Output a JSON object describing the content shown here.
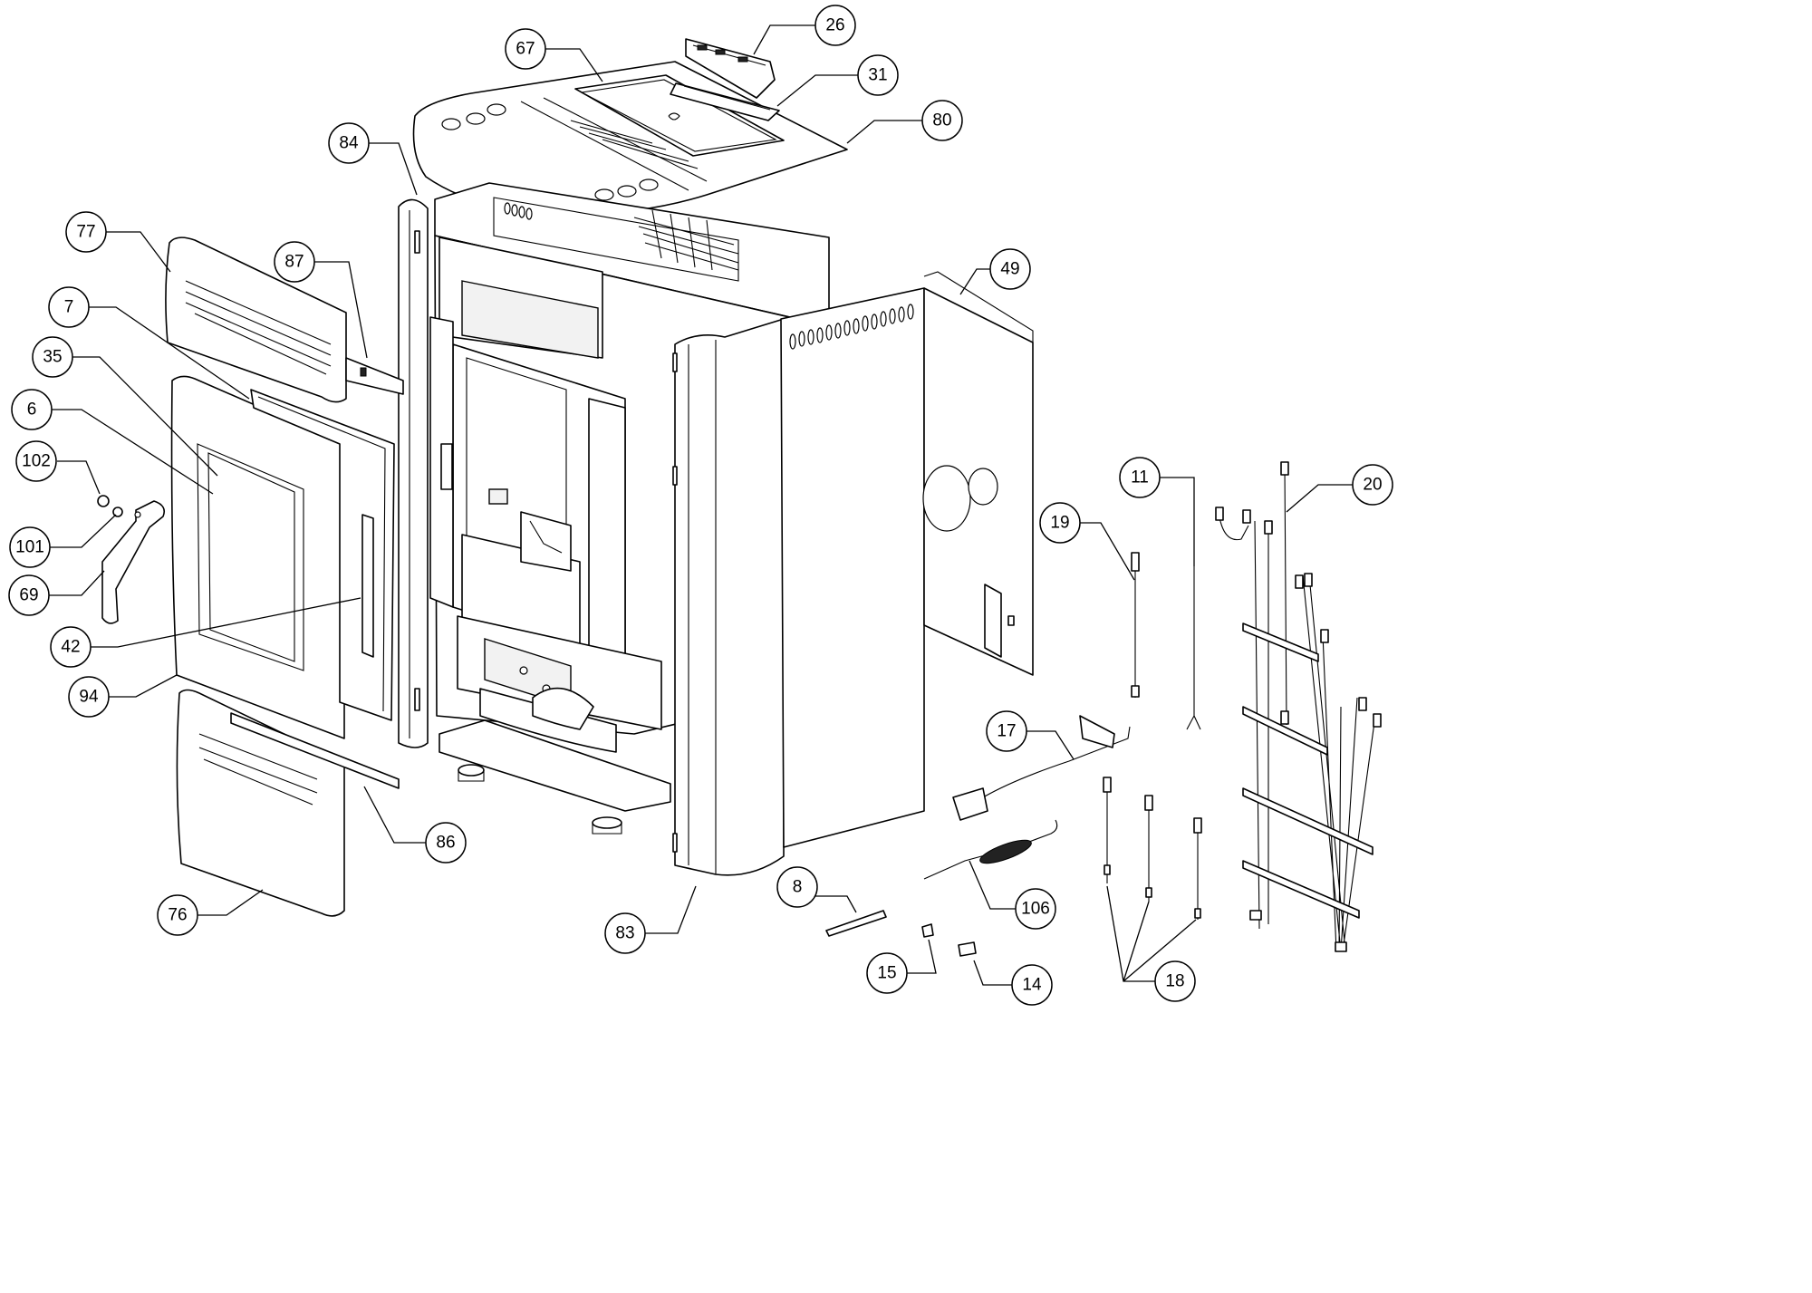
{
  "diagram": {
    "callouts": [
      {
        "id": "26",
        "label": "26"
      },
      {
        "id": "67",
        "label": "67"
      },
      {
        "id": "31",
        "label": "31"
      },
      {
        "id": "80",
        "label": "80"
      },
      {
        "id": "84",
        "label": "84"
      },
      {
        "id": "77",
        "label": "77"
      },
      {
        "id": "87",
        "label": "87"
      },
      {
        "id": "49",
        "label": "49"
      },
      {
        "id": "7",
        "label": "7"
      },
      {
        "id": "35",
        "label": "35"
      },
      {
        "id": "6",
        "label": "6"
      },
      {
        "id": "102",
        "label": "102"
      },
      {
        "id": "11",
        "label": "11"
      },
      {
        "id": "20",
        "label": "20"
      },
      {
        "id": "19",
        "label": "19"
      },
      {
        "id": "101",
        "label": "101"
      },
      {
        "id": "69",
        "label": "69"
      },
      {
        "id": "42",
        "label": "42"
      },
      {
        "id": "94",
        "label": "94"
      },
      {
        "id": "17",
        "label": "17"
      },
      {
        "id": "86",
        "label": "86"
      },
      {
        "id": "8",
        "label": "8"
      },
      {
        "id": "106",
        "label": "106"
      },
      {
        "id": "76",
        "label": "76"
      },
      {
        "id": "83",
        "label": "83"
      },
      {
        "id": "15",
        "label": "15"
      },
      {
        "id": "14",
        "label": "14"
      },
      {
        "id": "18",
        "label": "18"
      }
    ]
  }
}
